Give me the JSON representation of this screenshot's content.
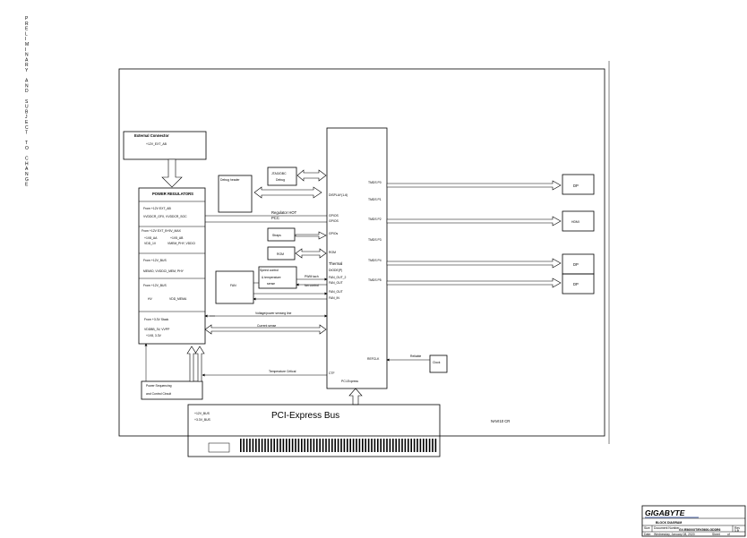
{
  "side_banner": "PRELIMINARY AND SUBJECT TO CHANGE",
  "blocks": {
    "external_connector": {
      "title": "External Connector",
      "line1": "+12V_EXT_AB"
    },
    "power_regulators": {
      "title": "POWER REGULATORS",
      "s1_title": "From +12V EXT_AB",
      "s1_line": "VVDDCR_GFX, VVDDCR_SOC",
      "s2_title": "From +12V EXT_B+5V_MAX",
      "s2_a": "+1V8_AA",
      "s2_b": "+1V5_AB",
      "s2_c": "VDD_1V",
      "s2_d": "VMEM_PHY, VDDCI",
      "s3_title": "From +12V_BUS",
      "s3_line": "MEMIO, VVDDCI_MEM, PHY",
      "s4_title": "From +12V_BUS",
      "s4_a": "HV",
      "s4_b": "VDD_MEMA",
      "s5_title": "From +3.3V Stack",
      "s5_line": "VDDBB_3V, VVPP",
      "s5_sub": "+1V8, 3.3V"
    },
    "debug_header": {
      "label": "Debug header"
    },
    "jtag": {
      "line1": "JTAG/DBC",
      "line2": "Debug"
    },
    "straps": {
      "label": "Straps"
    },
    "rom": {
      "label": "ROM"
    },
    "fan": {
      "label": "FAN"
    },
    "speed_control": {
      "line1": "Speed control",
      "line2": "& temperature",
      "line3": "sense"
    },
    "power_sequencing": {
      "line1": "Power Sequencing",
      "line2": "and Control Circuit"
    },
    "gpu": {
      "port_disp": "DISPLAY(1-6)",
      "port_gpio": "GPIOS",
      "port_gpio2": "GPIOS",
      "port_gpio3": "GPIOs",
      "port_rom": "ROM",
      "port_thermal": "Thermal",
      "port_thermal2": "DIODE(P)",
      "port_fanout": "FAN_OUT_2",
      "port_fanin": "FAN_OUT",
      "port_tach": "FAN_IN",
      "port_refclk": "REFCLK",
      "port_ctf": "CTF",
      "port_pcie": "PCI-Express",
      "tmds": [
        "TMDS P0",
        "TMDS P1",
        "TMDS P2",
        "TMDS P3",
        "TMDS P4",
        "TMDS P5"
      ]
    },
    "clock": {
      "label": "Clock",
      "arrow_label": "Reliable"
    },
    "connectors": [
      "DP",
      "HDMI",
      "DP",
      "DP"
    ],
    "pcie_bus": {
      "title": "PCI-Express Bus",
      "note1": "+12V_BUS",
      "note2": "+3.3V_BUS"
    },
    "chip_label": "NAVI10 CR"
  },
  "signals": {
    "regulator_hot": "Regulator HOT",
    "pcc": "PCC",
    "fan_pwm": "PWM tach",
    "fan_ctrl": "fan control",
    "power_sensing": "Voltage/power sensing line",
    "current_sense": "Current sense",
    "temp_critical": "Temperature Critical"
  },
  "title_block": {
    "brand": "GIGABYTE",
    "title": "BLOCK DIAGRAM",
    "doc_number": "GV-R5600XT/RX5600-GDDR6",
    "rev": "1.0",
    "date": "Wednesday, January 08, 2020",
    "size_label": "Size",
    "doc_label": "Document Number",
    "rev_label": "Rev",
    "date_label": "Date:",
    "sheet_label": "Sheet",
    "of_label": "of"
  }
}
